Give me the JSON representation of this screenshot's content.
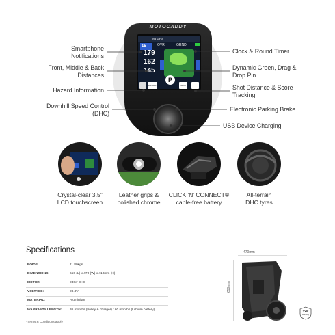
{
  "hero": {
    "brand": "MOTOCADDY",
    "screen": {
      "header": "M5 GPS",
      "wind": "15",
      "tab_left": "OVR",
      "tab_right": "GRND",
      "front": "179",
      "middle": "162",
      "back": "145",
      "hazards_label": "HAZARDS",
      "shot_label": "SHOT"
    },
    "callouts_left": [
      "Smartphone Notifications",
      "Front, Middle & Back Distances",
      "Hazard Information",
      "Downhill Speed Control (DHC)"
    ],
    "callouts_right": [
      "Clock & Round Timer",
      "Dynamic Green, Drag & Drop Pin",
      "Shot Distance & Score Tracking",
      "Electronic Parking Brake",
      "USB Device Charging"
    ]
  },
  "features": [
    {
      "caption_line1": "Crystal-clear 3.5\"",
      "caption_line2": "LCD touchscreen"
    },
    {
      "caption_line1": "Leather grips &",
      "caption_line2": "polished chrome"
    },
    {
      "caption_line1": "CLICK 'N' CONNECT®",
      "caption_line2": "cable-free battery"
    },
    {
      "caption_line1": "All-terrain",
      "caption_line2": "DHC tyres"
    }
  ],
  "specs": {
    "title": "Specifications",
    "rows": [
      {
        "key": "POIDS:",
        "value": "11.80kgs"
      },
      {
        "key": "DIMENSIONS:",
        "value": "650 (L) x 470 (W) x 410mm (H)"
      },
      {
        "key": "MOTOR:",
        "value": "230w DHC"
      },
      {
        "key": "VOLTAGE:",
        "value": "28.8V"
      },
      {
        "key": "MATERIAL:",
        "value": "Aluminium"
      },
      {
        "key": "WARRANTY LENGTH:",
        "value": "36 months (trolley & charger) / 60 months (Lithium battery)"
      }
    ],
    "terms": "*Terms & Conditions apply",
    "dim_width": "470mm",
    "dim_height": "650mm",
    "badge_line1": "3YR",
    "badge_line2": "Warranty"
  },
  "colors": {
    "screen_bg": "#101b2e",
    "accent_blue": "#2f5fd0",
    "green": "#2e8b3c",
    "light_green": "#8be05a",
    "line": "#333333"
  }
}
